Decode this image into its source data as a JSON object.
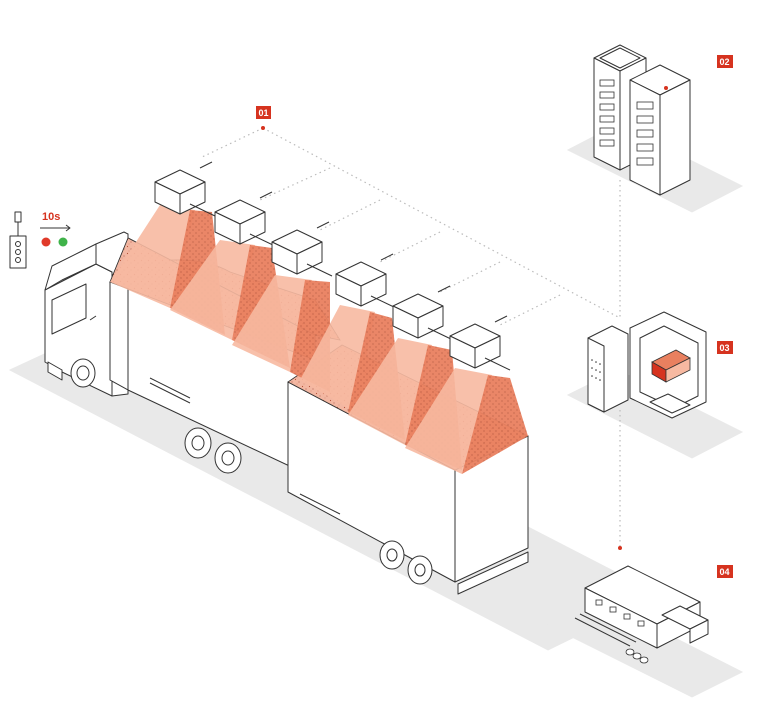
{
  "colors": {
    "accent": "#d6331f",
    "beam_light": "#f7b9a1",
    "beam_dark": "#e9805f",
    "load": "#f3b7a2",
    "floor": "#e9e9e9",
    "line": "#333333",
    "signal_red": "#e03a2a",
    "signal_green": "#3fb34a"
  },
  "badges": {
    "scanners": "01",
    "server": "02",
    "workstation": "03",
    "facility": "04"
  },
  "timer": {
    "label": "10s"
  },
  "icons": {
    "scanner": "scanner-unit-icon",
    "server": "server-rack-icon",
    "workstation": "desktop-computer-icon",
    "facility": "warehouse-building-icon",
    "traffic_light": "signal-light-icon"
  }
}
